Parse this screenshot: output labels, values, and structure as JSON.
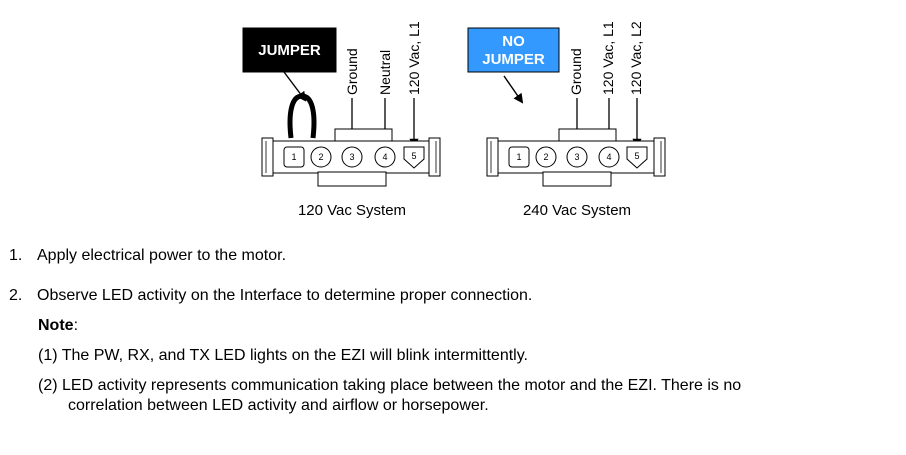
{
  "diagram": {
    "left": {
      "box_label": "JUMPER",
      "box_color": "#000000",
      "box_text_color": "#ffffff",
      "wire_labels": [
        "Ground",
        "Neutral",
        "120 Vac, L1"
      ],
      "pins": [
        "1",
        "2",
        "3",
        "4",
        "5"
      ],
      "caption": "120 Vac System"
    },
    "right": {
      "box_label_line1": "NO",
      "box_label_line2": "JUMPER",
      "box_color": "#3399ff",
      "box_text_color": "#ffffff",
      "wire_labels": [
        "Ground",
        "120 Vac, L1",
        "120 Vac, L2"
      ],
      "pins": [
        "1",
        "2",
        "3",
        "4",
        "5"
      ],
      "caption": "240 Vac System"
    }
  },
  "steps": [
    {
      "number": "1.",
      "text": "Apply electrical power to the motor."
    },
    {
      "number": "2.",
      "text": "Observe LED activity on the Interface to determine proper connection."
    }
  ],
  "note": {
    "title": "Note",
    "suffix": ":",
    "items": [
      {
        "line1": "(1) The PW, RX, and TX LED lights on the EZI will blink intermittently."
      },
      {
        "line1": "(2) LED activity represents communication taking place between the motor and the EZI. There is no",
        "line2": "correlation between LED activity and airflow or horsepower."
      }
    ]
  }
}
